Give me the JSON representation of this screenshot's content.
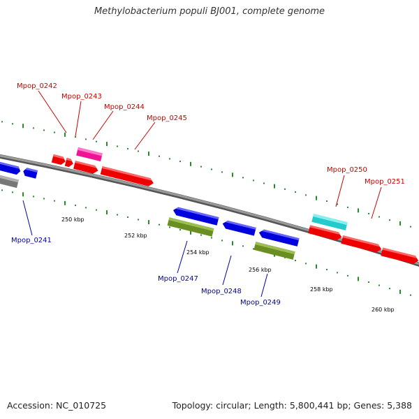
{
  "title": "Methylobacterium populi BJ001, complete genome",
  "footer": {
    "accession": "Accession: NC_010725",
    "summary": "Topology: circular; Length: 5,800,441 bp; Genes: 5,388"
  },
  "colors": {
    "backbone": "#888888",
    "tick": "#2a8a2a",
    "forward_label": "#cc0000",
    "reverse_label": "#0000aa"
  },
  "scale_labels": [
    "250 kbp",
    "252 kbp",
    "254 kbp",
    "256 kbp",
    "258 kbp",
    "260 kbp"
  ],
  "genes": [
    {
      "label": "Mpop_0241",
      "strand": "reverse",
      "color": "#0000ee"
    },
    {
      "label": "Mpop_0242",
      "strand": "forward",
      "color": "#ff0000"
    },
    {
      "label": "Mpop_0243",
      "strand": "forward",
      "color": "#ff0000"
    },
    {
      "label": "Mpop_0244",
      "strand": "forward",
      "color": "#ff2aa0"
    },
    {
      "label": "Mpop_0245",
      "strand": "forward",
      "color": "#ff0000"
    },
    {
      "label": "Mpop_0247",
      "strand": "reverse",
      "color": "#6b8e23"
    },
    {
      "label": "Mpop_0248",
      "strand": "reverse",
      "color": "#0000ee"
    },
    {
      "label": "Mpop_0249",
      "strand": "reverse",
      "color": "#6b8e23"
    },
    {
      "label": "Mpop_0250",
      "strand": "forward",
      "color": "#22cccc"
    },
    {
      "label": "Mpop_0251",
      "strand": "forward",
      "color": "#ff0000"
    }
  ]
}
